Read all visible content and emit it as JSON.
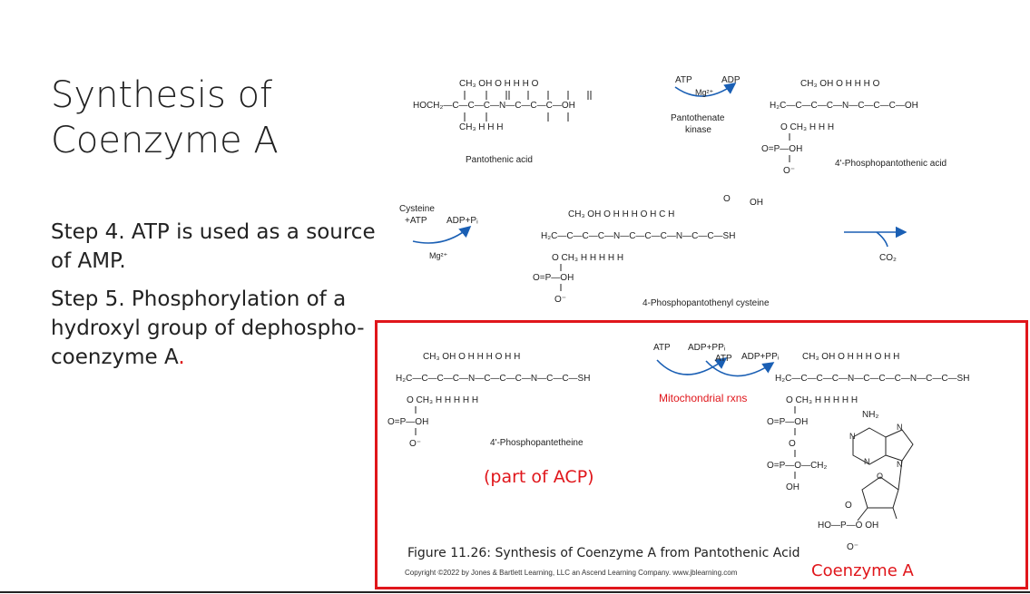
{
  "slide": {
    "title_line1": "Synthesis of",
    "title_line2": "Coenzyme A",
    "step4_label": "Step 4",
    "step4_text": ". ATP is used as a source of AMP.",
    "step5_label": "Step 5",
    "step5_text": ". Phosphorylation of a hydroxyl group of dephospho-coenzyme A",
    "step5_period": "."
  },
  "figure": {
    "pantothenic_acid": "Pantothenic acid",
    "phosphopantothenic": "4'-Phosphopantothenic acid",
    "kinase_line1": "Pantothenate",
    "kinase_line2": "kinase",
    "atp": "ATP",
    "adp": "ADP",
    "mg": "Mg²⁺",
    "cysteine": "Cysteine",
    "plus_atp": "+ATP",
    "adp_pi": "ADP+Pᵢ",
    "phosphopantothenyl_cysteine": "4-Phosphopantothenyl cysteine",
    "co2": "CO₂",
    "phosphopantetheine": "4'-Phosphopantetheine",
    "adp_ppi": "ADP+PPᵢ",
    "atp2": "ATP",
    "adp_ppi2": "ADP+PPᵢ",
    "atp3": "ATP",
    "mito": "Mitochondrial rxns",
    "part_of_acp": "(part of ACP)",
    "coenzyme_a": "Coenzyme A",
    "caption": "Figure 11.26: Synthesis of Coenzyme A from Pantothenic Acid",
    "copyright": "Copyright ©2022 by Jones & Bartlett Learning, LLC an Ascend Learning Company. www.jblearning.com",
    "highlight_color": "#e0161b"
  }
}
